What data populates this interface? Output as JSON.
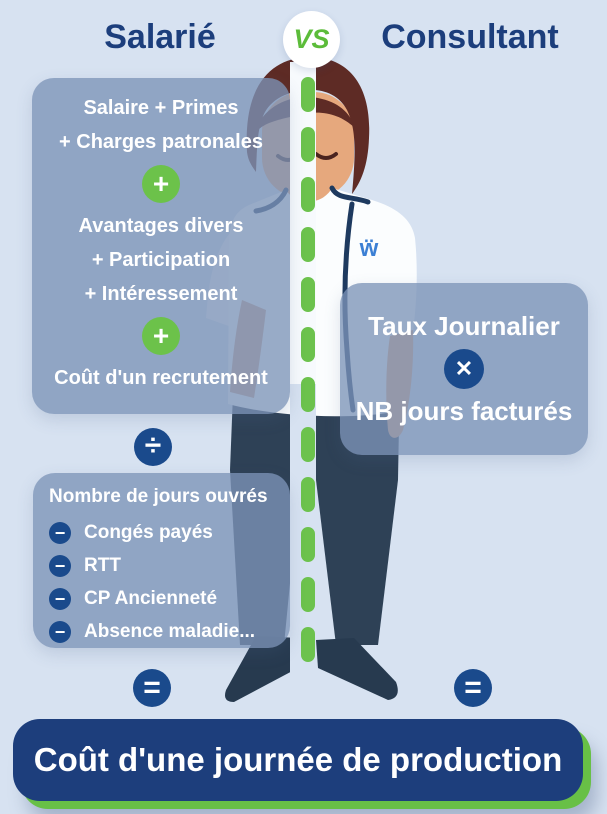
{
  "header": {
    "left": "Salarié",
    "vs": "VS",
    "right": "Consultant"
  },
  "salarie": {
    "costs_panel": {
      "line1": "Salaire + Primes",
      "line2": "+ Charges patronales",
      "line3": "Avantages divers",
      "line4": "+ Participation",
      "line5": "+ Intéressement",
      "line6": "Coût d'un recrutement"
    },
    "days_panel": {
      "title": "Nombre de jours ouvrés",
      "items": [
        {
          "label": "Congés payés"
        },
        {
          "label": "RTT"
        },
        {
          "label": "CP Ancienneté"
        },
        {
          "label": "Absence maladie..."
        }
      ]
    }
  },
  "consultant": {
    "panel": {
      "line1": "Taux Journalier",
      "line2": "NB jours facturés"
    }
  },
  "operators": {
    "plus": "+",
    "divide": "÷",
    "multiply": "✕",
    "minus": "−",
    "equals": "="
  },
  "person": {
    "shirt_logo": "ẅ"
  },
  "footer": {
    "result": "Coût d'une journée de production"
  },
  "colors": {
    "background": "#d7e2f1",
    "navy_text": "#1c3e7c",
    "operator_navy": "#1a4a8c",
    "green": "#6cc24a",
    "panel_fill": "rgba(124,147,183,0.78)",
    "banner_navy": "#1d3e7c",
    "banner_green_shadow": "#68c046",
    "text_white": "#ffffff"
  }
}
